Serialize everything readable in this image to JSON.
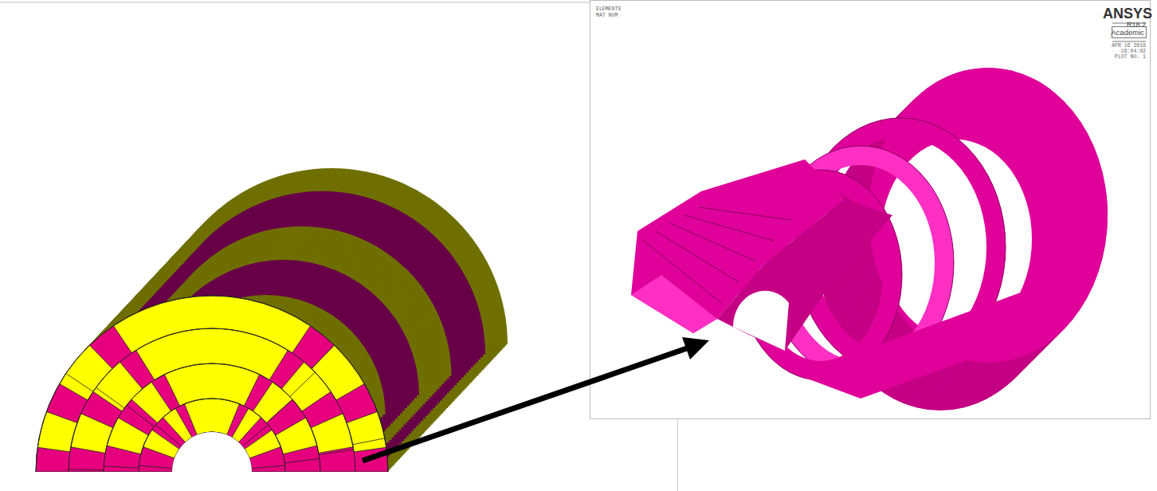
{
  "diagram": {
    "labels": [
      "ELEMENTS",
      "MAT NUM",
      "ANSYS",
      "R18.2",
      "Academic",
      "APR 16 2018",
      "16:04:02",
      "PLOT NO. 1"
    ]
  }
}
